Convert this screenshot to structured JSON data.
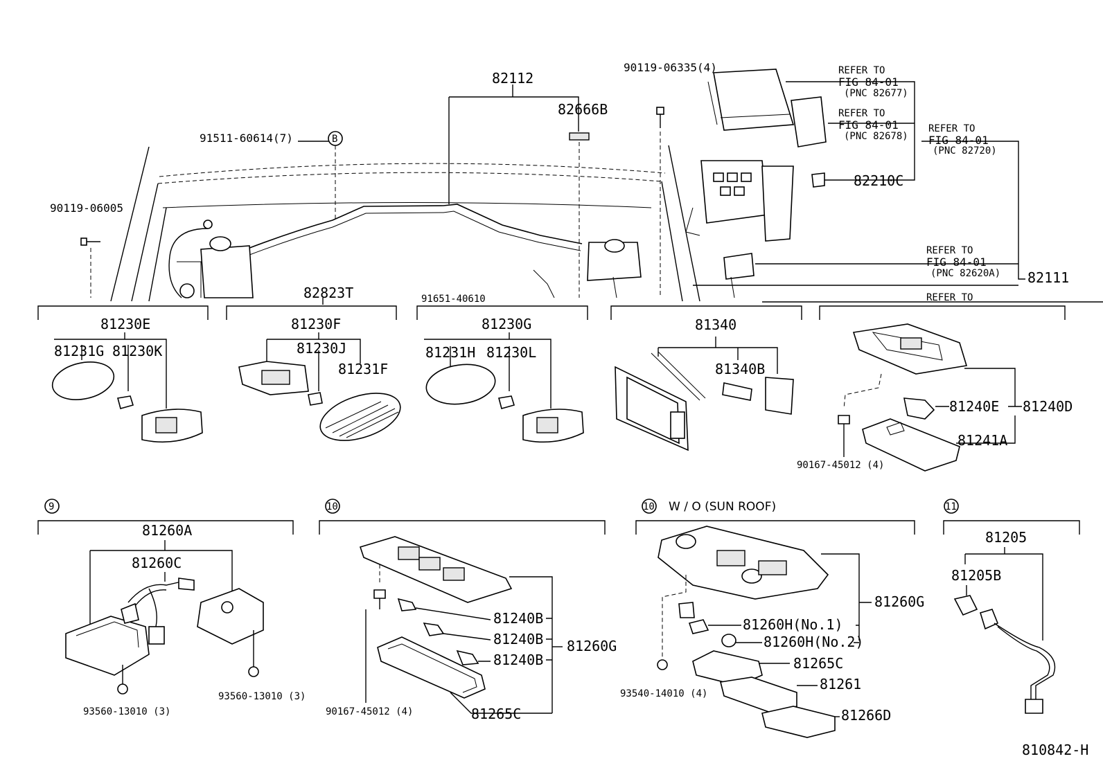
{
  "figure_id": "810842-H",
  "top_labels": {
    "harness_main": "82112",
    "clip_82666B": "82666B",
    "screw_91511": "91511-60614(7)",
    "callout_b": "B",
    "bolt_90119_06005": "90119-06005",
    "bolt_90119_06335": "90119-06335(4)",
    "relay_82210C": "82210C",
    "harness_82111": "82111",
    "bracket_82823T": "82823T",
    "screw_91651": "91651-40610",
    "ref_refer": "REFER TO",
    "ref_fig": "FIG 84-01",
    "ref_pnc_82677": "(PNC 82677)",
    "ref_pnc_82678": "(PNC 82678)",
    "ref_pnc_82720": "(PNC 82720)",
    "ref_pnc_82620A": "(PNC 82620A)",
    "ref_bottom": "REFER TO",
    "cut_left": "90119-06005"
  },
  "panel_81230E": {
    "title": "81230E",
    "lens": "81231G",
    "bulb": "81230K"
  },
  "panel_81230F": {
    "title": "81230F",
    "bulb": "81230J",
    "lens": "81231F"
  },
  "panel_81230G": {
    "title": "81230G",
    "lens": "81231H",
    "bulb": "81230L"
  },
  "panel_81340": {
    "title": "81340",
    "fuse": "81340B"
  },
  "panel_81240": {
    "bulb": "81240E",
    "assy": "81240D",
    "lens": "81241A",
    "screw": "90167-45012 (4)"
  },
  "section_9": {
    "marker": "9",
    "title": "81260A",
    "sub": "81260C",
    "nut_left": "93560-13010 (3)",
    "nut_right": "93560-13010 (3)"
  },
  "section_10a": {
    "marker": "10",
    "bulb1": "81240B",
    "bulb2": "81240B",
    "bulb3": "81240B",
    "assy": "81260G",
    "screw": "90167-45012 (4)",
    "lens": "81265C"
  },
  "section_10b": {
    "marker": "10",
    "condition": "W / O (SUN ROOF)",
    "assy": "81260G",
    "bulb1": "81260H(No.1)",
    "bulb2": "81260H(No.2)",
    "lens": "81265C",
    "cover": "81261",
    "plate": "81266D",
    "nut": "93540-14010 (4)"
  },
  "section_11": {
    "marker": "11",
    "title": "81205",
    "bulb": "81205B"
  }
}
